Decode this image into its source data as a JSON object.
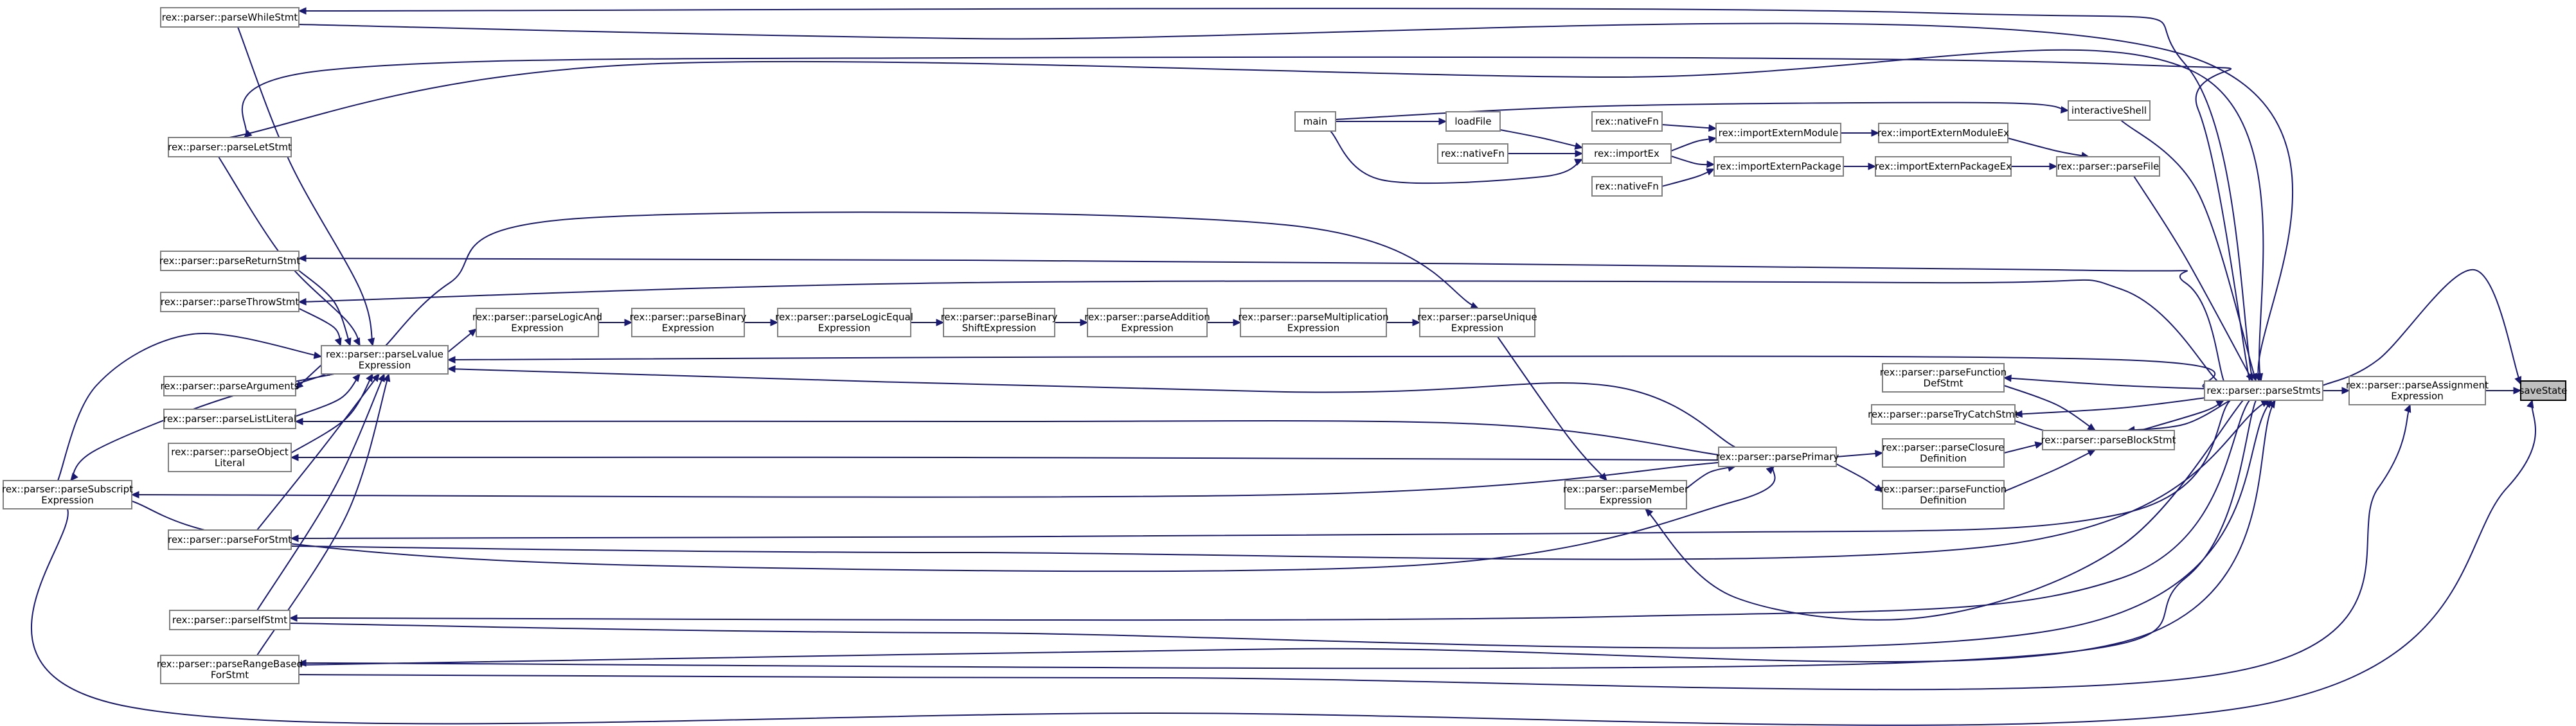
{
  "graph": {
    "colors": {
      "edge": "#191970",
      "node_border": "#7f7f7f",
      "root_fill": "#bfbfbf",
      "node_fill": "#ffffff"
    },
    "nodes": {
      "saveState": {
        "lines": [
          "saveState"
        ],
        "root": true
      },
      "parseAssignment": {
        "lines": [
          "rex::parser::parseAssignment",
          "Expression"
        ]
      },
      "parseStmts": {
        "lines": [
          "rex::parser::parseStmts"
        ]
      },
      "parseBlockStmt": {
        "lines": [
          "rex::parser::parseBlockStmt"
        ]
      },
      "parseFile": {
        "lines": [
          "rex::parser::parseFile"
        ]
      },
      "interactiveShell": {
        "lines": [
          "interactiveShell"
        ]
      },
      "importExternModuleEx": {
        "lines": [
          "rex::importExternModuleEx"
        ]
      },
      "importExternPackageEx": {
        "lines": [
          "rex::importExternPackageEx"
        ]
      },
      "importExternModule": {
        "lines": [
          "rex::importExternModule"
        ]
      },
      "importExternPackage": {
        "lines": [
          "rex::importExternPackage"
        ]
      },
      "nativeFn1": {
        "lines": [
          "rex::nativeFn"
        ]
      },
      "nativeFn2": {
        "lines": [
          "rex::nativeFn"
        ]
      },
      "nativeFn3": {
        "lines": [
          "rex::nativeFn"
        ]
      },
      "importEx": {
        "lines": [
          "rex::importEx"
        ]
      },
      "loadFile": {
        "lines": [
          "loadFile"
        ]
      },
      "main": {
        "lines": [
          "main"
        ]
      },
      "parseFunctionDefStmt": {
        "lines": [
          "rex::parser::parseFunction",
          "DefStmt"
        ]
      },
      "parseTryCatchStmt": {
        "lines": [
          "rex::parser::parseTryCatchStmt"
        ]
      },
      "parseClosureDefinition": {
        "lines": [
          "rex::parser::parseClosure",
          "Definition"
        ]
      },
      "parseFunctionDefinition": {
        "lines": [
          "rex::parser::parseFunction",
          "Definition"
        ]
      },
      "parsePrimary": {
        "lines": [
          "rex::parser::parsePrimary"
        ]
      },
      "parseMemberExpression": {
        "lines": [
          "rex::parser::parseMember",
          "Expression"
        ]
      },
      "parseUniqueExpression": {
        "lines": [
          "rex::parser::parseUnique",
          "Expression"
        ]
      },
      "parseMultiplicationExpression": {
        "lines": [
          "rex::parser::parseMultiplication",
          "Expression"
        ]
      },
      "parseAdditionExpression": {
        "lines": [
          "rex::parser::parseAddition",
          "Expression"
        ]
      },
      "parseBinaryShiftExpression": {
        "lines": [
          "rex::parser::parseBinary",
          "ShiftExpression"
        ]
      },
      "parseLogicEqualExpression": {
        "lines": [
          "rex::parser::parseLogicEqual",
          "Expression"
        ]
      },
      "parseBinaryExpression": {
        "lines": [
          "rex::parser::parseBinary",
          "Expression"
        ]
      },
      "parseLogicAndExpression": {
        "lines": [
          "rex::parser::parseLogicAnd",
          "Expression"
        ]
      },
      "parseLvalueExpression": {
        "lines": [
          "rex::parser::parseLvalue",
          "Expression"
        ]
      },
      "parseWhileStmt": {
        "lines": [
          "rex::parser::parseWhileStmt"
        ]
      },
      "parseLetStmt": {
        "lines": [
          "rex::parser::parseLetStmt"
        ]
      },
      "parseReturnStmt": {
        "lines": [
          "rex::parser::parseReturnStmt"
        ]
      },
      "parseThrowStmt": {
        "lines": [
          "rex::parser::parseThrowStmt"
        ]
      },
      "parseArguments": {
        "lines": [
          "rex::parser::parseArguments"
        ]
      },
      "parseListLiteral": {
        "lines": [
          "rex::parser::parseListLiteral"
        ]
      },
      "parseObjectLiteral": {
        "lines": [
          "rex::parser::parseObject",
          "Literal"
        ]
      },
      "parseSubscriptExpression": {
        "lines": [
          "rex::parser::parseSubscript",
          "Expression"
        ]
      },
      "parseForStmt": {
        "lines": [
          "rex::parser::parseForStmt"
        ]
      },
      "parseIfStmt": {
        "lines": [
          "rex::parser::parseIfStmt"
        ]
      },
      "parseRangeBasedForStmt": {
        "lines": [
          "rex::parser::parseRangeBased",
          "ForStmt"
        ]
      }
    },
    "edges": [
      [
        "parseAssignment",
        "saveState"
      ],
      [
        "parseStmts",
        "saveState"
      ],
      [
        "parseSubscriptExpression",
        "saveState"
      ],
      [
        "parseStmts",
        "parseAssignment"
      ],
      [
        "parseRangeBasedForStmt",
        "parseAssignment"
      ],
      [
        "parseFile",
        "parseStmts"
      ],
      [
        "interactiveShell",
        "parseStmts"
      ],
      [
        "parseBlockStmt",
        "parseStmts"
      ],
      [
        "parseWhileStmt",
        "parseStmts"
      ],
      [
        "parseLetStmt",
        "parseStmts"
      ],
      [
        "parseForStmt",
        "parseStmts"
      ],
      [
        "parseIfStmt",
        "parseStmts"
      ],
      [
        "parseRangeBasedForStmt",
        "parseStmts"
      ],
      [
        "parseFunctionDefStmt",
        "parseBlockStmt"
      ],
      [
        "parseTryCatchStmt",
        "parseBlockStmt"
      ],
      [
        "parseClosureDefinition",
        "parseBlockStmt"
      ],
      [
        "parseFunctionDefinition",
        "parseBlockStmt"
      ],
      [
        "parseStmts",
        "parseBlockStmt"
      ],
      [
        "importExternModuleEx",
        "parseFile"
      ],
      [
        "importExternPackageEx",
        "parseFile"
      ],
      [
        "main",
        "interactiveShell"
      ],
      [
        "importExternModule",
        "importExternModuleEx"
      ],
      [
        "importExternPackage",
        "importExternPackageEx"
      ],
      [
        "nativeFn1",
        "importExternModule"
      ],
      [
        "importEx",
        "importExternModule"
      ],
      [
        "importEx",
        "importExternPackage"
      ],
      [
        "nativeFn3",
        "importExternPackage"
      ],
      [
        "nativeFn2",
        "importEx"
      ],
      [
        "loadFile",
        "importEx"
      ],
      [
        "main",
        "importEx"
      ],
      [
        "main",
        "loadFile"
      ],
      [
        "parseStmts",
        "parseFunctionDefStmt"
      ],
      [
        "parseStmts",
        "parseTryCatchStmt"
      ],
      [
        "parsePrimary",
        "parseClosureDefinition"
      ],
      [
        "parsePrimary",
        "parseFunctionDefinition"
      ],
      [
        "parseMemberExpression",
        "parsePrimary"
      ],
      [
        "parseSubscriptExpression",
        "parsePrimary"
      ],
      [
        "parseUniqueExpression",
        "parseMemberExpression"
      ],
      [
        "parseStmts",
        "parseMemberExpression"
      ],
      [
        "parseMultiplicationExpression",
        "parseUniqueExpression"
      ],
      [
        "parseLvalueExpression",
        "parseUniqueExpression"
      ],
      [
        "parseAdditionExpression",
        "parseMultiplicationExpression"
      ],
      [
        "parseBinaryShiftExpression",
        "parseAdditionExpression"
      ],
      [
        "parseLogicEqualExpression",
        "parseBinaryShiftExpression"
      ],
      [
        "parseBinaryExpression",
        "parseLogicEqualExpression"
      ],
      [
        "parseLogicAndExpression",
        "parseBinaryExpression"
      ],
      [
        "parseLvalueExpression",
        "parseLogicAndExpression"
      ],
      [
        "parseStmts",
        "parseLvalueExpression"
      ],
      [
        "parsePrimary",
        "parseLvalueExpression"
      ],
      [
        "parseWhileStmt",
        "parseLvalueExpression"
      ],
      [
        "parseLetStmt",
        "parseLvalueExpression"
      ],
      [
        "parseReturnStmt",
        "parseLvalueExpression"
      ],
      [
        "parseThrowStmt",
        "parseLvalueExpression"
      ],
      [
        "parseArguments",
        "parseLvalueExpression"
      ],
      [
        "parseListLiteral",
        "parseLvalueExpression"
      ],
      [
        "parseObjectLiteral",
        "parseLvalueExpression"
      ],
      [
        "parseSubscriptExpression",
        "parseLvalueExpression"
      ],
      [
        "parseForStmt",
        "parseLvalueExpression"
      ],
      [
        "parseIfStmt",
        "parseLvalueExpression"
      ],
      [
        "parseRangeBasedForStmt",
        "parseLvalueExpression"
      ],
      [
        "parseStmts",
        "parseWhileStmt"
      ],
      [
        "parseStmts",
        "parseLetStmt"
      ],
      [
        "parseStmts",
        "parseReturnStmt"
      ],
      [
        "parseStmts",
        "parseThrowStmt"
      ],
      [
        "parseLvalueExpression",
        "parseArguments"
      ],
      [
        "parsePrimary",
        "parseListLiteral"
      ],
      [
        "parsePrimary",
        "parseObjectLiteral"
      ],
      [
        "parseLvalueExpression",
        "parseSubscriptExpression"
      ],
      [
        "parsePrimary",
        "parseSubscriptExpression"
      ],
      [
        "parseStmts",
        "parseForStmt"
      ],
      [
        "parseStmts",
        "parseIfStmt"
      ],
      [
        "parseStmts",
        "parseRangeBasedForStmt"
      ]
    ]
  }
}
